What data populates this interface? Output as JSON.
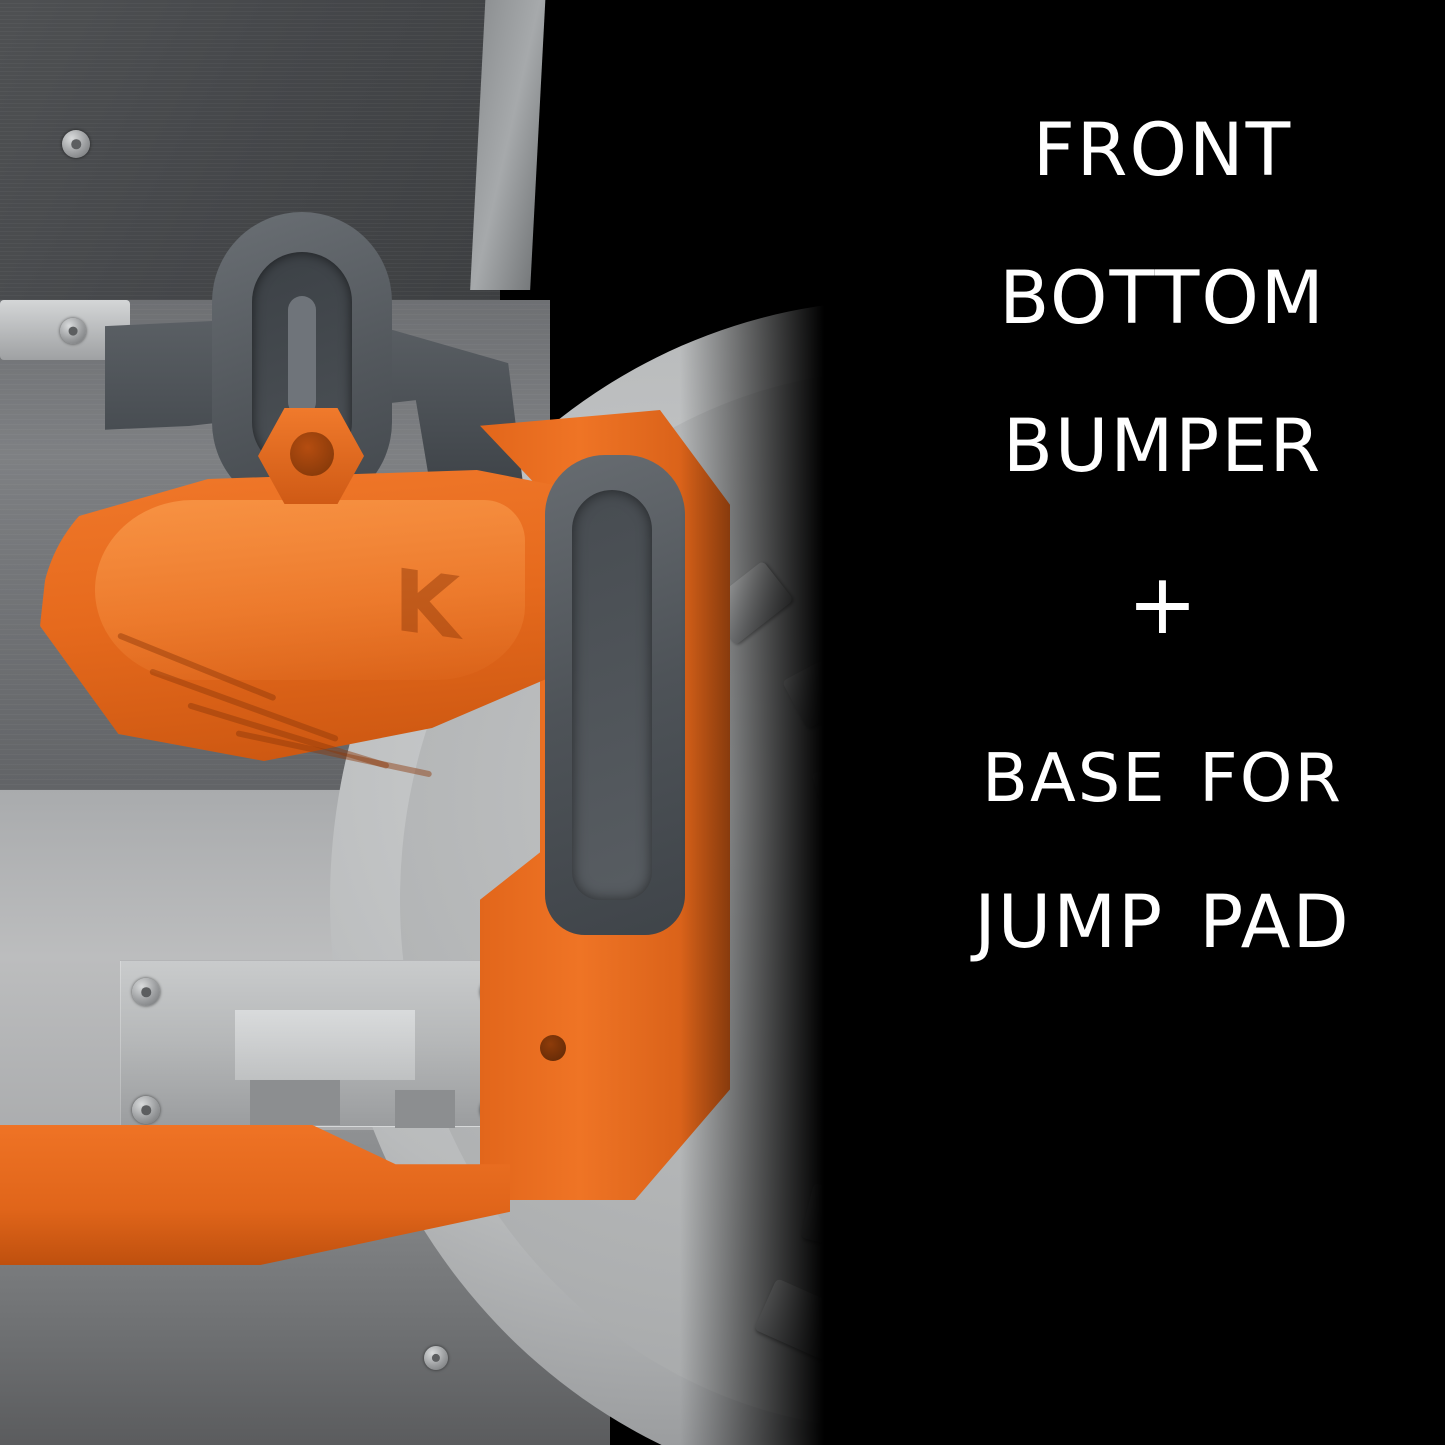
{
  "image": {
    "subject": "front bottom bumper accessory mounted on robot mower deck next to knobby wheel",
    "brand_mark": "K",
    "colors": {
      "background": "#000000",
      "caption_text": "#ffffff",
      "accent_orange": "#ea6a1e",
      "accent_orange_dark": "#cf5a15",
      "part_grey": "#4d5257",
      "machine_grey": "#9b9d9f"
    }
  },
  "caption": {
    "lines": [
      "Front",
      "Bottom",
      "Bumper"
    ],
    "connector": "+",
    "lines2": [
      "Base for",
      "Jump Pad"
    ]
  }
}
